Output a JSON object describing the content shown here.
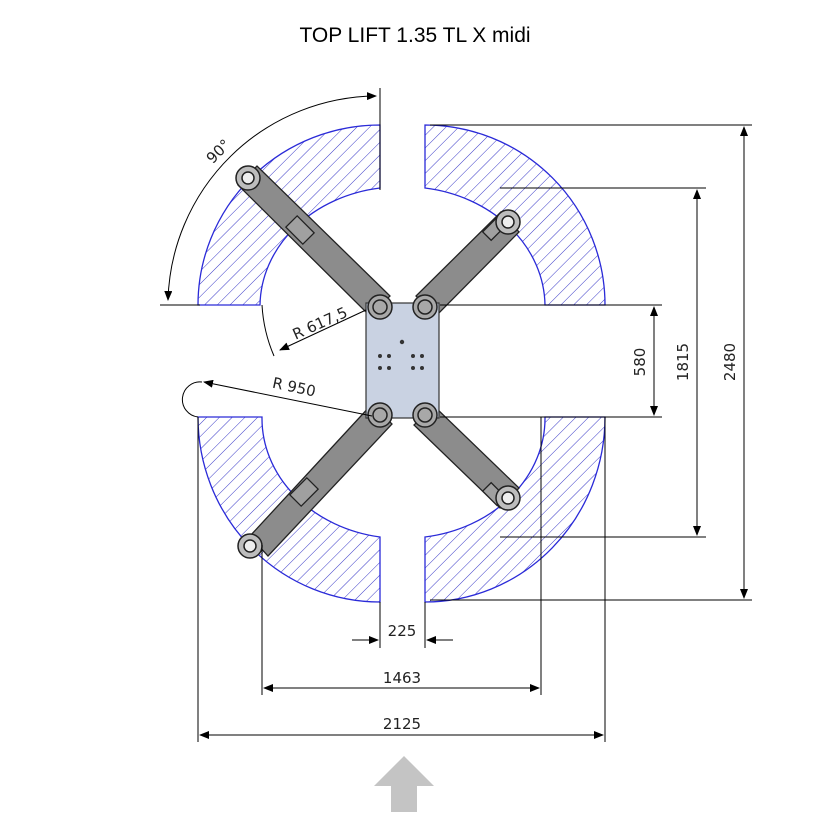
{
  "title": "TOP LIFT 1.35 TL X midi",
  "colors": {
    "zone_outline": "#2a2ad8",
    "hatch": "#3b3bc8",
    "arm_fill": "#8c8c8c",
    "center_plate": "#c9d2e2",
    "arrow": "#c4c4c4"
  },
  "dimensions": {
    "angle": "90°",
    "radius_inner": "R 617,5",
    "radius_outer": "R 950",
    "height_center": "580",
    "height_inner": "1815",
    "height_total": "2480",
    "width_gap": "225",
    "width_inner": "1463",
    "width_total": "2125"
  },
  "icons": {
    "direction": "up-arrow-icon"
  }
}
